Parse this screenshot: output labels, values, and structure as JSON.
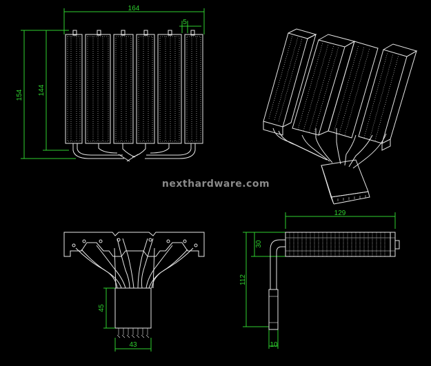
{
  "watermark": "nexthardware.com",
  "colors": {
    "background": "#000000",
    "dimension": "#2fd22f",
    "drawing": "#e8e8e8",
    "watermark": "#8a8a8a"
  },
  "front_view": {
    "width": "164",
    "fin_spacing": "5",
    "total_height": "154",
    "fin_height": "144"
  },
  "bottom_view": {
    "block_height": "45",
    "block_width": "43"
  },
  "side_view": {
    "fin_length": "129",
    "fin_thickness": "30",
    "total_height": "112",
    "base_width": "10"
  }
}
